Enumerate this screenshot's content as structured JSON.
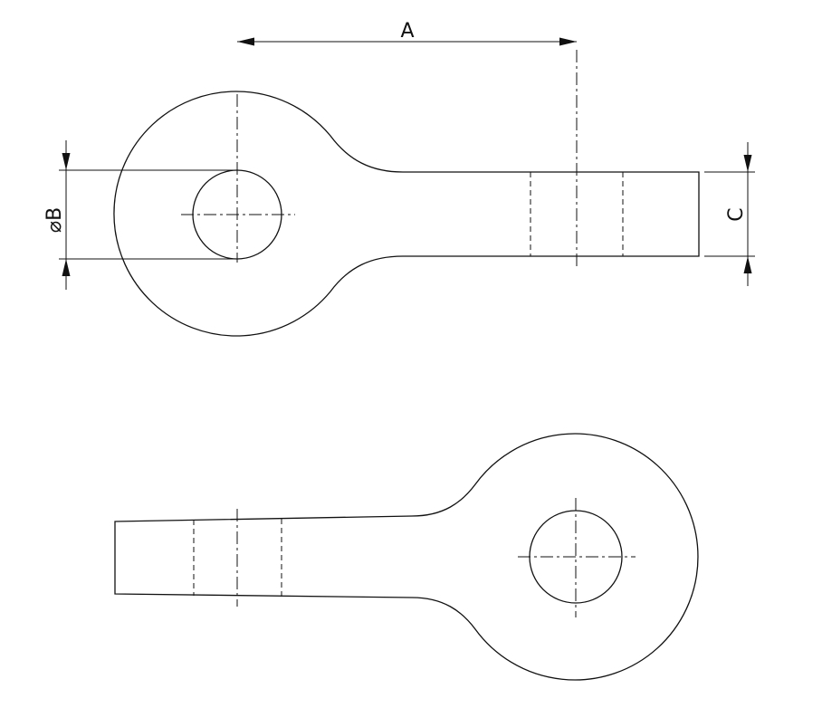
{
  "drawing": {
    "labels": {
      "dimension_a": "A",
      "dimension_b": "⌀B",
      "dimension_c": "C"
    },
    "line_color": "#111111",
    "background_color": "#ffffff"
  }
}
